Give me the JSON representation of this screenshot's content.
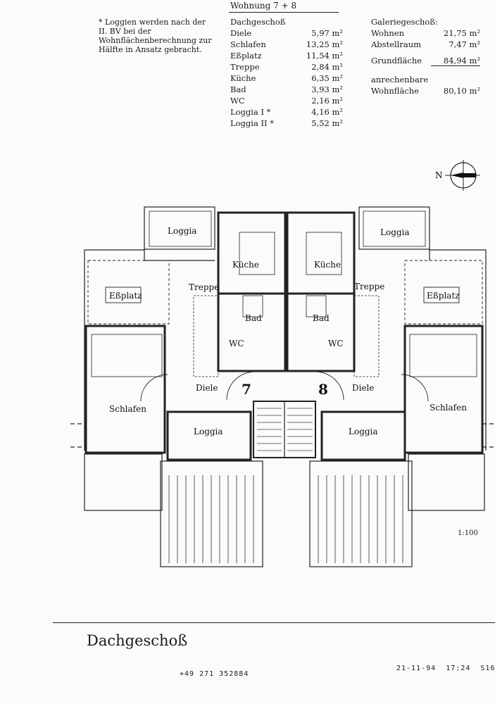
{
  "note": "* Loggien werden nach der II. BV bei der Wohnflächenberechnung zur Hälfte in Ansatz gebracht.",
  "header": "Wohnung 7 + 8",
  "dachgeschoss": {
    "title": "Dachgeschoß",
    "rows": [
      {
        "label": "Diele",
        "value": "5,97 m²"
      },
      {
        "label": "Schlafen",
        "value": "13,25 m²"
      },
      {
        "label": "Eßplatz",
        "value": "11,54 m²"
      },
      {
        "label": "Treppe",
        "value": "2,84 m²"
      },
      {
        "label": "Küche",
        "value": "6,35 m²"
      },
      {
        "label": "Bad",
        "value": "3,93 m²"
      },
      {
        "label": "WC",
        "value": "2,16 m²"
      },
      {
        "label": "Loggia I *",
        "value": "4,16 m²"
      },
      {
        "label": "Loggia II *",
        "value": "5,52 m²"
      }
    ]
  },
  "galerie": {
    "title": "Galeriegeschoß:",
    "rows": [
      {
        "label": "Wohnen",
        "value": "21,75 m²"
      },
      {
        "label": "Abstellraum",
        "value": "7,47 m²"
      }
    ],
    "grund_label": "Grundfläche",
    "grund_value": "84,94 m²",
    "anrechen_label1": "anrechenbare",
    "anrechen_label2": "Wohnfläche",
    "anrechen_value": "80,10 m²"
  },
  "compass": "N",
  "scale": "1:100",
  "plan": {
    "loggia": "Loggia",
    "kueche": "Küche",
    "treppe": "Treppe",
    "essplatz": "Eßplatz",
    "bad": "Bad",
    "wc": "WC",
    "diele": "Diele",
    "schlafen": "Schlafen",
    "unit_left": "7",
    "unit_right": "8"
  },
  "footer": {
    "title": "Dachgeschoß",
    "phone": "+49 271 352884",
    "stamp": "21-11-94  17:24  S16"
  }
}
